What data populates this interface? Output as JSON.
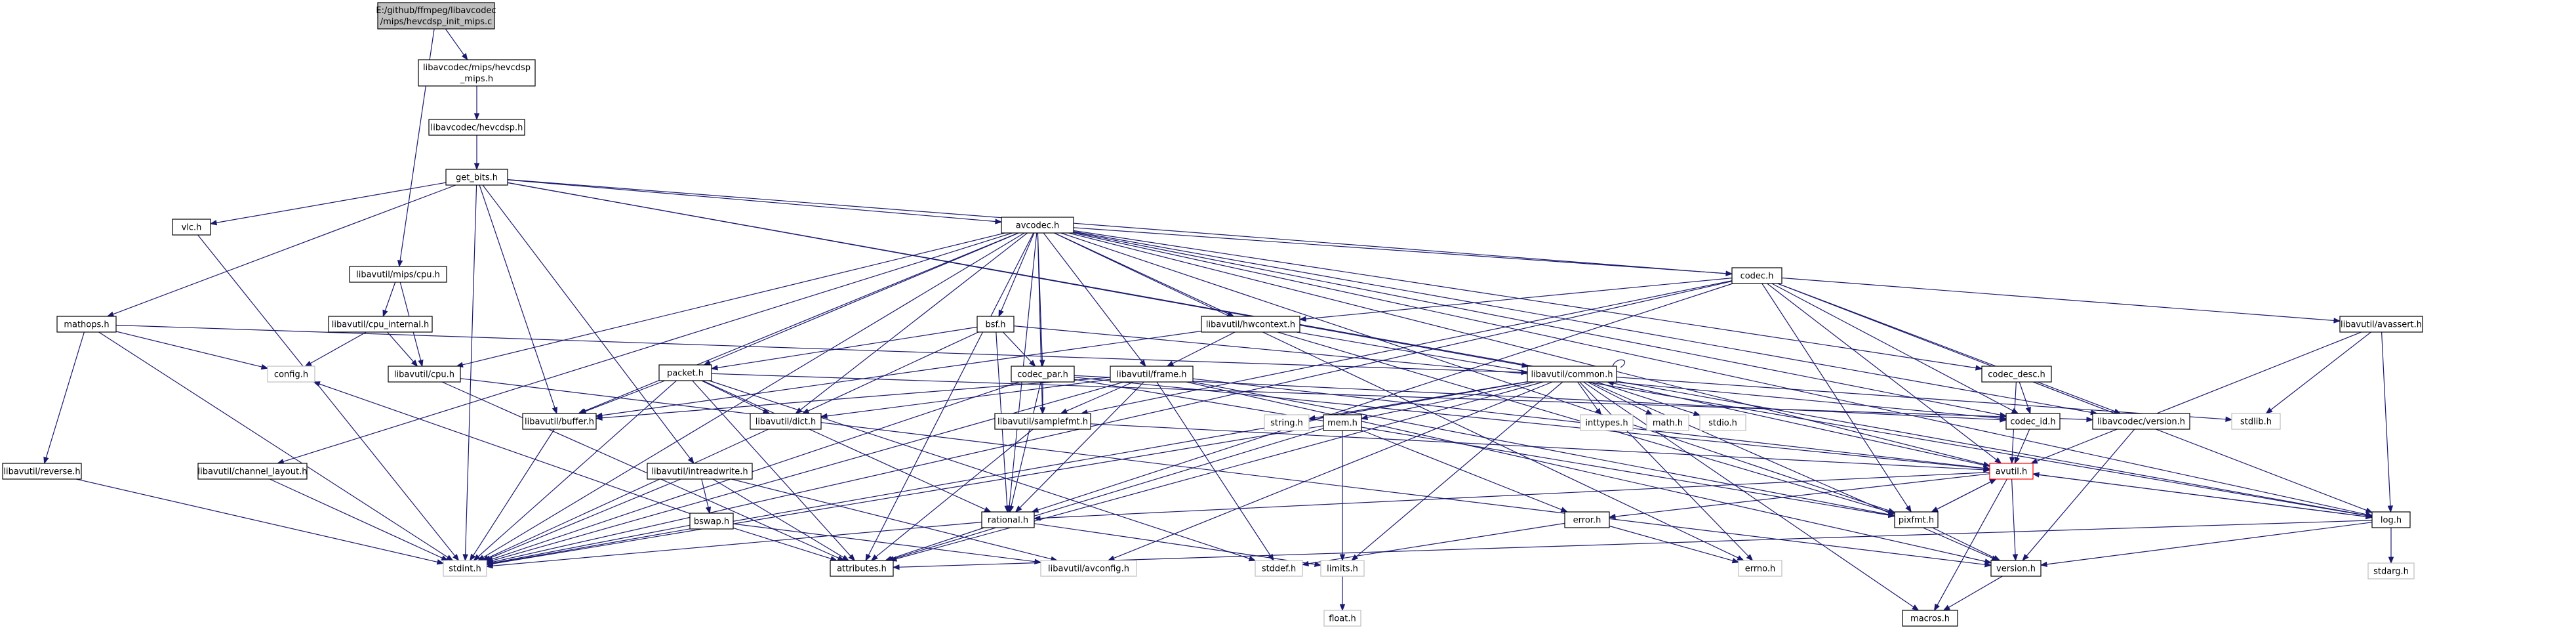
{
  "root": {
    "line1": "E:/github/ffmpeg/libavcodec",
    "line2": "/mips/hevcdsp_init_mips.c"
  },
  "nodes": [
    {
      "id": "hevcdsp_mips",
      "lines": [
        "libavcodec/mips/hevcdsp",
        "_mips.h"
      ],
      "missing": false,
      "red": false
    },
    {
      "id": "hevcdsp",
      "lines": [
        "libavcodec/hevcdsp.h"
      ],
      "missing": false,
      "red": false
    },
    {
      "id": "get_bits",
      "lines": [
        "get_bits.h"
      ],
      "missing": false,
      "red": false
    },
    {
      "id": "vlc",
      "lines": [
        "vlc.h"
      ],
      "missing": false,
      "red": false
    },
    {
      "id": "avcodec",
      "lines": [
        "avcodec.h"
      ],
      "missing": false,
      "red": false
    },
    {
      "id": "mips_cpu",
      "lines": [
        "libavutil/mips/cpu.h"
      ],
      "missing": false,
      "red": false
    },
    {
      "id": "mathops",
      "lines": [
        "mathops.h"
      ],
      "missing": false,
      "red": false
    },
    {
      "id": "cpu_internal",
      "lines": [
        "libavutil/cpu_internal.h"
      ],
      "missing": false,
      "red": false
    },
    {
      "id": "config",
      "lines": [
        "config.h"
      ],
      "missing": true,
      "red": false
    },
    {
      "id": "cpu",
      "lines": [
        "libavutil/cpu.h"
      ],
      "missing": false,
      "red": false
    },
    {
      "id": "reverse",
      "lines": [
        "libavutil/reverse.h"
      ],
      "missing": false,
      "red": false
    },
    {
      "id": "channel_layout",
      "lines": [
        "libavutil/channel_layout.h"
      ],
      "missing": false,
      "red": false
    },
    {
      "id": "packet",
      "lines": [
        "packet.h"
      ],
      "missing": false,
      "red": false
    },
    {
      "id": "bsf",
      "lines": [
        "bsf.h"
      ],
      "missing": false,
      "red": false
    },
    {
      "id": "codec_par",
      "lines": [
        "codec_par.h"
      ],
      "missing": false,
      "red": false
    },
    {
      "id": "frame",
      "lines": [
        "libavutil/frame.h"
      ],
      "missing": false,
      "red": false
    },
    {
      "id": "codec",
      "lines": [
        "codec.h"
      ],
      "missing": false,
      "red": false
    },
    {
      "id": "hwcontext",
      "lines": [
        "libavutil/hwcontext.h"
      ],
      "missing": false,
      "red": false
    },
    {
      "id": "buffer",
      "lines": [
        "libavutil/buffer.h"
      ],
      "missing": false,
      "red": false
    },
    {
      "id": "dict",
      "lines": [
        "libavutil/dict.h"
      ],
      "missing": false,
      "red": false
    },
    {
      "id": "samplefmt",
      "lines": [
        "libavutil/samplefmt.h"
      ],
      "missing": false,
      "red": false
    },
    {
      "id": "common",
      "lines": [
        "libavutil/common.h"
      ],
      "missing": false,
      "red": false
    },
    {
      "id": "codec_desc",
      "lines": [
        "codec_desc.h"
      ],
      "missing": false,
      "red": false
    },
    {
      "id": "codec_id",
      "lines": [
        "codec_id.h"
      ],
      "missing": false,
      "red": false
    },
    {
      "id": "avassert",
      "lines": [
        "libavutil/avassert.h"
      ],
      "missing": false,
      "red": false
    },
    {
      "id": "intreadwrite",
      "lines": [
        "libavutil/intreadwrite.h"
      ],
      "missing": false,
      "red": false
    },
    {
      "id": "bswap",
      "lines": [
        "bswap.h"
      ],
      "missing": false,
      "red": false
    },
    {
      "id": "string",
      "lines": [
        "string.h"
      ],
      "missing": true,
      "red": false
    },
    {
      "id": "mem",
      "lines": [
        "mem.h"
      ],
      "missing": false,
      "red": false
    },
    {
      "id": "inttypes",
      "lines": [
        "inttypes.h"
      ],
      "missing": true,
      "red": false
    },
    {
      "id": "math",
      "lines": [
        "math.h"
      ],
      "missing": true,
      "red": false
    },
    {
      "id": "stdio",
      "lines": [
        "stdio.h"
      ],
      "missing": true,
      "red": false
    },
    {
      "id": "version_codec",
      "lines": [
        "libavcodec/version.h"
      ],
      "missing": false,
      "red": false
    },
    {
      "id": "stdlib",
      "lines": [
        "stdlib.h"
      ],
      "missing": true,
      "red": false
    },
    {
      "id": "avutil",
      "lines": [
        "avutil.h"
      ],
      "missing": false,
      "red": true
    },
    {
      "id": "rational",
      "lines": [
        "rational.h"
      ],
      "missing": false,
      "red": false
    },
    {
      "id": "error",
      "lines": [
        "error.h"
      ],
      "missing": false,
      "red": false
    },
    {
      "id": "pixfmt",
      "lines": [
        "pixfmt.h"
      ],
      "missing": false,
      "red": false
    },
    {
      "id": "log",
      "lines": [
        "log.h"
      ],
      "missing": false,
      "red": false
    },
    {
      "id": "stdint",
      "lines": [
        "stdint.h"
      ],
      "missing": true,
      "red": false
    },
    {
      "id": "attributes",
      "lines": [
        "attributes.h"
      ],
      "missing": false,
      "red": false
    },
    {
      "id": "avconfig",
      "lines": [
        "libavutil/avconfig.h"
      ],
      "missing": true,
      "red": false
    },
    {
      "id": "stddef",
      "lines": [
        "stddef.h"
      ],
      "missing": true,
      "red": false
    },
    {
      "id": "limits",
      "lines": [
        "limits.h"
      ],
      "missing": true,
      "red": false
    },
    {
      "id": "errno",
      "lines": [
        "errno.h"
      ],
      "missing": true,
      "red": false
    },
    {
      "id": "version_util",
      "lines": [
        "version.h"
      ],
      "missing": false,
      "red": false
    },
    {
      "id": "stdarg",
      "lines": [
        "stdarg.h"
      ],
      "missing": true,
      "red": false
    },
    {
      "id": "float",
      "lines": [
        "float.h"
      ],
      "missing": true,
      "red": false
    },
    {
      "id": "macros",
      "lines": [
        "macros.h"
      ],
      "missing": false,
      "red": false
    }
  ],
  "edges": [
    [
      "root",
      "hevcdsp_mips"
    ],
    [
      "root",
      "mips_cpu"
    ],
    [
      "hevcdsp_mips",
      "hevcdsp"
    ],
    [
      "hevcdsp",
      "get_bits"
    ],
    [
      "get_bits",
      "vlc"
    ],
    [
      "get_bits",
      "avcodec"
    ],
    [
      "get_bits",
      "mathops"
    ],
    [
      "get_bits",
      "stdint"
    ],
    [
      "get_bits",
      "common"
    ],
    [
      "get_bits",
      "log"
    ],
    [
      "get_bits",
      "avassert"
    ],
    [
      "get_bits",
      "intreadwrite"
    ],
    [
      "get_bits",
      "buffer"
    ],
    [
      "vlc",
      "stdint"
    ],
    [
      "mips_cpu",
      "cpu_internal"
    ],
    [
      "mips_cpu",
      "cpu"
    ],
    [
      "cpu_internal",
      "config"
    ],
    [
      "cpu_internal",
      "cpu"
    ],
    [
      "cpu",
      "attributes"
    ],
    [
      "cpu",
      "version_util"
    ],
    [
      "mathops",
      "config"
    ],
    [
      "mathops",
      "reverse"
    ],
    [
      "mathops",
      "stdint"
    ],
    [
      "mathops",
      "common"
    ],
    [
      "reverse",
      "stdint"
    ],
    [
      "avcodec",
      "channel_layout"
    ],
    [
      "avcodec",
      "packet"
    ],
    [
      "avcodec",
      "bsf"
    ],
    [
      "avcodec",
      "codec_par"
    ],
    [
      "avcodec",
      "frame"
    ],
    [
      "avcodec",
      "codec"
    ],
    [
      "avcodec",
      "hwcontext"
    ],
    [
      "avcodec",
      "cpu"
    ],
    [
      "avcodec",
      "dict"
    ],
    [
      "avcodec",
      "samplefmt"
    ],
    [
      "avcodec",
      "codec_desc"
    ],
    [
      "avcodec",
      "codec_id"
    ],
    [
      "avcodec",
      "version_codec"
    ],
    [
      "avcodec",
      "avutil"
    ],
    [
      "avcodec",
      "rational"
    ],
    [
      "avcodec",
      "pixfmt"
    ],
    [
      "avcodec",
      "log"
    ],
    [
      "avcodec",
      "attributes"
    ],
    [
      "avcodec",
      "buffer"
    ],
    [
      "avcodec",
      "errno"
    ],
    [
      "avcodec",
      "stdint"
    ],
    [
      "channel_layout",
      "stdint"
    ],
    [
      "packet",
      "buffer"
    ],
    [
      "packet",
      "dict"
    ],
    [
      "packet",
      "rational"
    ],
    [
      "packet",
      "attributes"
    ],
    [
      "packet",
      "stdint"
    ],
    [
      "packet",
      "stddef"
    ],
    [
      "packet",
      "version_codec"
    ],
    [
      "bsf",
      "packet"
    ],
    [
      "bsf",
      "codec_par"
    ],
    [
      "bsf",
      "codec_id"
    ],
    [
      "bsf",
      "dict"
    ],
    [
      "bsf",
      "rational"
    ],
    [
      "codec_par",
      "avutil"
    ],
    [
      "codec_par",
      "rational"
    ],
    [
      "codec_par",
      "pixfmt"
    ],
    [
      "codec_par",
      "codec_id"
    ],
    [
      "codec_par",
      "stdint"
    ],
    [
      "codec_par",
      "samplefmt"
    ],
    [
      "frame",
      "buffer"
    ],
    [
      "frame",
      "dict"
    ],
    [
      "frame",
      "rational"
    ],
    [
      "frame",
      "samplefmt"
    ],
    [
      "frame",
      "pixfmt"
    ],
    [
      "frame",
      "avutil"
    ],
    [
      "frame",
      "stdint"
    ],
    [
      "frame",
      "stddef"
    ],
    [
      "frame",
      "version_util"
    ],
    [
      "codec",
      "hwcontext"
    ],
    [
      "codec",
      "codec_id"
    ],
    [
      "codec",
      "avutil"
    ],
    [
      "codec",
      "log"
    ],
    [
      "codec",
      "pixfmt"
    ],
    [
      "codec",
      "rational"
    ],
    [
      "codec",
      "samplefmt"
    ],
    [
      "codec",
      "stdint"
    ],
    [
      "codec",
      "version_codec"
    ],
    [
      "hwcontext",
      "buffer"
    ],
    [
      "hwcontext",
      "frame"
    ],
    [
      "hwcontext",
      "log"
    ],
    [
      "hwcontext",
      "pixfmt"
    ],
    [
      "buffer",
      "stdint"
    ],
    [
      "dict",
      "stdint"
    ],
    [
      "samplefmt",
      "avutil"
    ],
    [
      "samplefmt",
      "attributes"
    ],
    [
      "common",
      "attributes"
    ],
    [
      "common",
      "macros"
    ],
    [
      "common",
      "version_util"
    ],
    [
      "common",
      "avconfig"
    ],
    [
      "common",
      "errno"
    ],
    [
      "common",
      "inttypes"
    ],
    [
      "common",
      "limits"
    ],
    [
      "common",
      "math"
    ],
    [
      "common",
      "stdint"
    ],
    [
      "common",
      "stdio"
    ],
    [
      "common",
      "stdlib"
    ],
    [
      "common",
      "string"
    ],
    [
      "common",
      "mem"
    ],
    [
      "common",
      "common"
    ],
    [
      "codec_desc",
      "avutil"
    ],
    [
      "codec_desc",
      "codec_id"
    ],
    [
      "codec_id",
      "avutil"
    ],
    [
      "avassert",
      "stdlib"
    ],
    [
      "avassert",
      "avutil"
    ],
    [
      "avassert",
      "log"
    ],
    [
      "intreadwrite",
      "bswap"
    ],
    [
      "intreadwrite",
      "stdint"
    ],
    [
      "intreadwrite",
      "avconfig"
    ],
    [
      "intreadwrite",
      "attributes"
    ],
    [
      "bswap",
      "stdint"
    ],
    [
      "bswap",
      "avconfig"
    ],
    [
      "bswap",
      "attributes"
    ],
    [
      "bswap",
      "config"
    ],
    [
      "mem",
      "limits"
    ],
    [
      "mem",
      "stdint"
    ],
    [
      "mem",
      "attributes"
    ],
    [
      "mem",
      "error"
    ],
    [
      "version_codec",
      "version_util"
    ],
    [
      "avutil",
      "common"
    ],
    [
      "avutil",
      "error"
    ],
    [
      "avutil",
      "rational"
    ],
    [
      "avutil",
      "version_util"
    ],
    [
      "avutil",
      "macros"
    ],
    [
      "avutil",
      "log"
    ],
    [
      "avutil",
      "pixfmt"
    ],
    [
      "rational",
      "stdint"
    ],
    [
      "rational",
      "limits"
    ],
    [
      "rational",
      "attributes"
    ],
    [
      "error",
      "errno"
    ],
    [
      "error",
      "stddef"
    ],
    [
      "pixfmt",
      "avutil"
    ],
    [
      "pixfmt",
      "version_util"
    ],
    [
      "log",
      "stdarg"
    ],
    [
      "log",
      "avutil"
    ],
    [
      "log",
      "attributes"
    ],
    [
      "log",
      "version_util"
    ],
    [
      "limits",
      "float"
    ],
    [
      "version_util",
      "macros"
    ]
  ]
}
